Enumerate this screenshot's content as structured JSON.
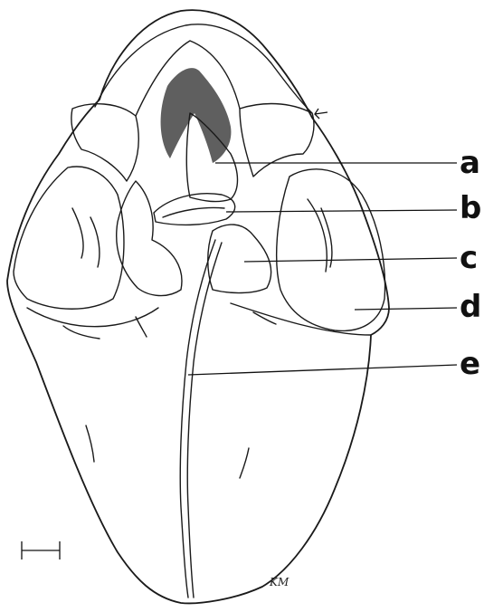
{
  "figure": {
    "labels": [
      {
        "id": "a",
        "text": "a"
      },
      {
        "id": "b",
        "text": "b"
      },
      {
        "id": "c",
        "text": "c"
      },
      {
        "id": "d",
        "text": "d"
      },
      {
        "id": "e",
        "text": "e"
      }
    ],
    "signature": "KM"
  }
}
